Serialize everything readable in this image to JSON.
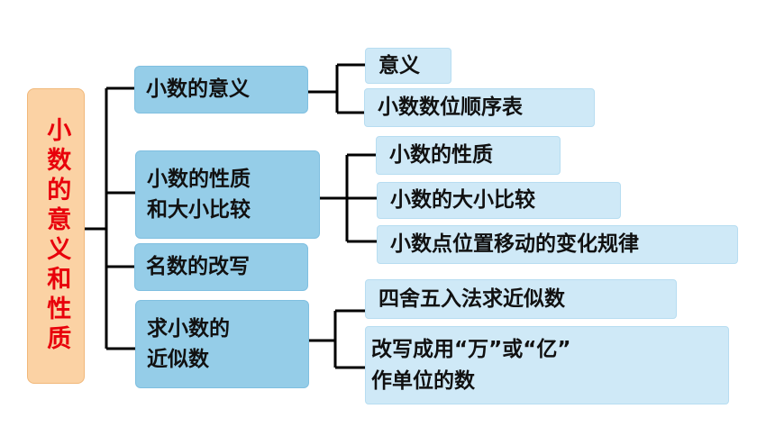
{
  "root": {
    "label": "小数的意义和性质"
  },
  "branches": [
    {
      "label": "小数的意义",
      "children": [
        "意义",
        "小数数位顺序表"
      ]
    },
    {
      "label": "小数的性质\n和大小比较",
      "children": [
        "小数的性质",
        "小数的大小比较",
        "小数点位置移动的变化规律"
      ]
    },
    {
      "label": "名数的改写",
      "children": []
    },
    {
      "label": "求小数的\n近似数",
      "children": [
        "四舍五入法求近似数",
        "改写成用“万”或“亿”\n作单位的数"
      ]
    }
  ],
  "colors": {
    "root_fill": "#fbd2a4",
    "root_text": "#e8000b",
    "branch_fill": "#95cde8",
    "leaf_fill": "#cfe9f7",
    "line": "#000000"
  }
}
